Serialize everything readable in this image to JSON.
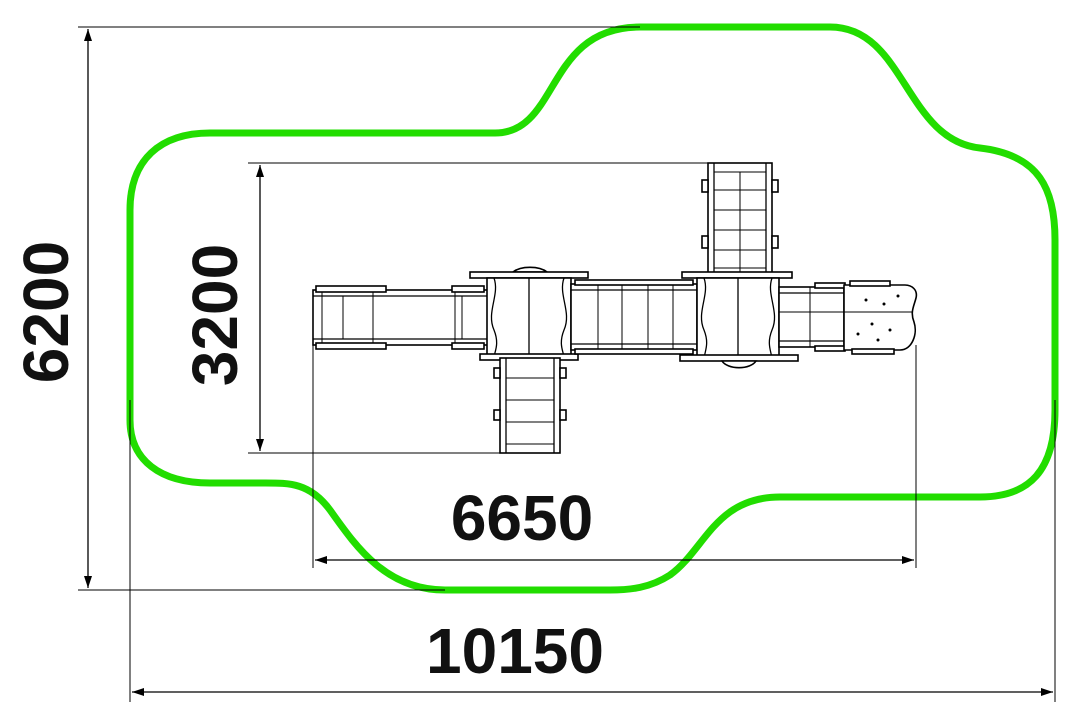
{
  "drawing": {
    "safety_zone_color": "#22dd00",
    "line_color": "#000000",
    "dimensions": {
      "overall_length": "10150",
      "overall_width": "6200",
      "equipment_length": "6650",
      "equipment_width": "3200"
    }
  }
}
